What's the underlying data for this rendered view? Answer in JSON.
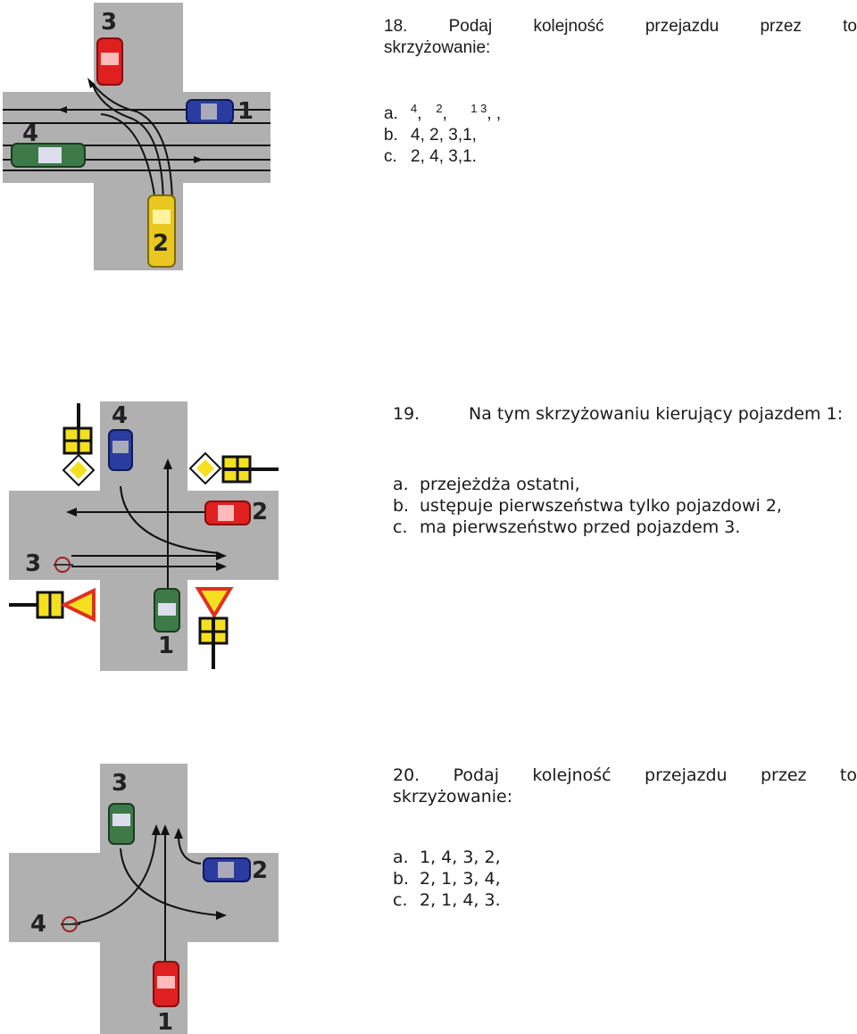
{
  "q18": {
    "number": "18.",
    "title_words": [
      "Podaj",
      "kolejność",
      "przejazdu",
      "przez",
      "to"
    ],
    "title_line2": "skrzyżowanie:",
    "answers": [
      {
        "letter": "a.",
        "parts": [
          "4",
          ",",
          "2",
          ",",
          "1 3",
          ", ,"
        ]
      },
      {
        "letter": "b.",
        "text": "4, 2,   3,1,"
      },
      {
        "letter": "c.",
        "text": "2, 4,   3,1."
      }
    ],
    "vehicles": [
      "1",
      "2",
      "3",
      "4"
    ]
  },
  "q19": {
    "number": "19.",
    "title": "Na tym skrzyżowaniu kierujący pojazdem 1:",
    "answers": [
      {
        "letter": "a.",
        "text": "przejeżdża ostatni,"
      },
      {
        "letter": "b.",
        "text": "ustępuje pierwszeństwa tylko pojazdowi 2,"
      },
      {
        "letter": "c.",
        "text": "ma pierwszeństwo przed pojazdem 3."
      }
    ],
    "vehicles": [
      "1",
      "2",
      "3",
      "4"
    ]
  },
  "q20": {
    "number": "20.",
    "title_words": [
      "Podaj",
      "kolejność",
      "przejazdu",
      "przez",
      "to"
    ],
    "title_line2": "skrzyżowanie:",
    "answers": [
      {
        "letter": "a.",
        "text": "1, 4, 3, 2,"
      },
      {
        "letter": "b.",
        "text": "2, 1, 3, 4,"
      },
      {
        "letter": "c.",
        "text": "2, 1, 4, 3."
      }
    ],
    "vehicles": [
      "1",
      "2",
      "3",
      "4"
    ]
  },
  "colors": {
    "road": "#b0b0b0",
    "red_car": "#e02020",
    "blue_car": "#2a3ca0",
    "green_car": "#3d7a48",
    "yellow_car": "#e8c820",
    "sign_yellow": "#f5e020",
    "sign_red": "#e03020"
  }
}
